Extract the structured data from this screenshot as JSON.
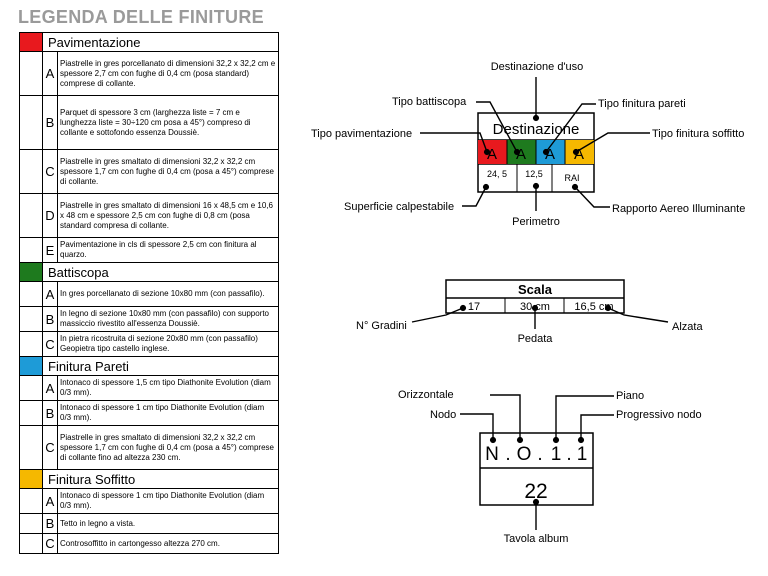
{
  "legend": {
    "title": "LEGENDA DELLE FINITURE",
    "sections": [
      {
        "title": "Pavimentazione",
        "color": "#e8191e",
        "items": [
          {
            "letter": "A",
            "text": "Piastrelle in gres porcellanato di dimensioni 32,2 x 32,2 cm e spessore 2,7 cm con fughe di 0,4 cm (posa standard) comprese di collante."
          },
          {
            "letter": "B",
            "text": "Parquet di spessore 3 cm (larghezza liste = 7 cm e lunghezza liste = 30÷120 cm posa a 45°) compreso di collante e sottofondo essenza Doussiè."
          },
          {
            "letter": "C",
            "text": "Piastrelle in gres smaltato di dimensioni 32,2 x 32,2 cm spessore 1,7 cm con fughe di 0,4 cm (posa a 45°) comprese di collante."
          },
          {
            "letter": "D",
            "text": "Piastrelle in gres smaltato di dimensioni 16 x 48,5 cm e 10,6 x 48 cm e spessore 2,5 cm con fughe di 0,8 cm (posa standard compresa di collante."
          },
          {
            "letter": "E",
            "text": "Pavimentazione in cls di spessore 2,5 cm con finitura al quarzo."
          }
        ]
      },
      {
        "title": "Battiscopa",
        "color": "#1e7a1e",
        "items": [
          {
            "letter": "A",
            "text": "In gres porcellanato di sezione 10x80 mm (con passafilo)."
          },
          {
            "letter": "B",
            "text": "In legno di sezione 10x80 mm (con passafilo) con supporto massiccio rivestito all'essenza Doussiè."
          },
          {
            "letter": "C",
            "text": "In pietra ricostruita di sezione 20x80 mm (con passafilo) Geopietra tipo castello inglese."
          }
        ]
      },
      {
        "title": "Finitura Pareti",
        "color": "#1e9bd7",
        "items": [
          {
            "letter": "A",
            "text": "Intonaco di spessore 1,5 cm tipo Diathonite Evolution (diam 0/3 mm)."
          },
          {
            "letter": "B",
            "text": "Intonaco di spessore 1 cm tipo Diathonite Evolution (diam 0/3 mm)."
          },
          {
            "letter": "C",
            "text": "Piastrelle in gres smaltato di dimensioni 32,2 x 32,2 cm spessore 1,7 cm con fughe di 0,4 cm (posa a 45°) comprese di collante fino ad altezza 230 cm."
          }
        ]
      },
      {
        "title": "Finitura Soffitto",
        "color": "#f5b800",
        "items": [
          {
            "letter": "A",
            "text": "Intonaco di spessore 1 cm tipo Diathonite Evolution (diam 0/3 mm)."
          },
          {
            "letter": "B",
            "text": "Tetto in legno a vista."
          },
          {
            "letter": "C",
            "text": "Controsoffitto in cartongesso altezza 270 cm."
          }
        ]
      }
    ]
  },
  "diagram1": {
    "box_title": "Destinazione",
    "letters": [
      "A",
      "A",
      "A",
      "A"
    ],
    "colors": [
      "#e8191e",
      "#1e7a1e",
      "#1e9bd7",
      "#f5b800"
    ],
    "values": [
      "24, 5",
      "12,5",
      "RAI"
    ],
    "labels": {
      "destinazione": "Destinazione d'uso",
      "battiscopa": "Tipo battiscopa",
      "pareti": "Tipo finitura pareti",
      "pavimentazione": "Tipo pavimentazione",
      "soffitto": "Tipo finitura soffitto",
      "superficie": "Superficie calpestabile",
      "perimetro": "Perimetro",
      "rai": "Rapporto Aereo Illuminante"
    }
  },
  "diagram2": {
    "title": "Scala",
    "values": [
      "17",
      "30 cm",
      "16,5 cm"
    ],
    "labels": {
      "gradini": "N° Gradini",
      "pedata": "Pedata",
      "alzata": "Alzata"
    }
  },
  "diagram3": {
    "chars": [
      "N",
      ".",
      "O",
      ".",
      "1",
      ".",
      "1"
    ],
    "number": "22",
    "labels": {
      "orizzontale": "Orizzontale",
      "piano": "Piano",
      "nodo": "Nodo",
      "progressivo": "Progressivo nodo",
      "tavola": "Tavola album"
    }
  }
}
